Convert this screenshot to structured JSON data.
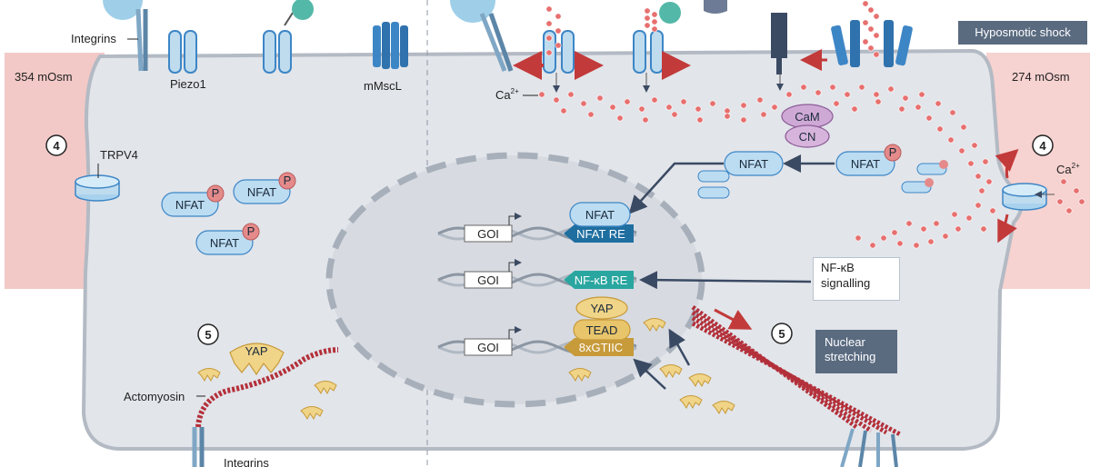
{
  "labels": {
    "integrins_top": "Integrins",
    "piezo1": "Piezo1",
    "mmscl": "mMscL",
    "osm_left": "354 mOsm",
    "osm_right": "274 mOsm",
    "trpv4": "TRPV4",
    "ca_left": "Ca",
    "ca_sup": "2+",
    "ca_right": "Ca",
    "actomyosin": "Actomyosin",
    "integrins_bottom": "Integrins",
    "hyposmotic_shock": "Hyposmotic shock",
    "nfkb_signalling_line1": "NF-κB",
    "nfkb_signalling_line2": "signalling",
    "nuclear_stretching_line1": "Nuclear",
    "nuclear_stretching_line2": "stretching"
  },
  "markers": {
    "step4": "4",
    "step5": "5"
  },
  "proteins": {
    "nfat": "NFAT",
    "p": "P",
    "cam": "CaM",
    "cn": "CN",
    "yap": "YAP",
    "tead": "TEAD"
  },
  "genes": {
    "goi": "GOI",
    "nfat_re": "NFAT RE",
    "nfkb_re": "NF-κB RE",
    "gtiic": "8xGTIIC"
  },
  "colors": {
    "cell_fill": "#e2e5ea",
    "membrane": "#b3bac4",
    "nucleus_fill": "#d6dae0",
    "nfat_blue": "#bcdcf2",
    "phospho": "#e58a8a",
    "calcium_dot": "#e7706f",
    "arrow_red": "#c23a3a",
    "arrow_navy": "#3b4a63",
    "yap_gold": "#e8c46a",
    "banner": "#5a6b80",
    "channel_blue": "#3d86c6",
    "nfat_re_tag": "#1f6ea0",
    "nfkb_re_tag": "#2aa6a0",
    "gtiic_tag": "#c79a3a"
  }
}
